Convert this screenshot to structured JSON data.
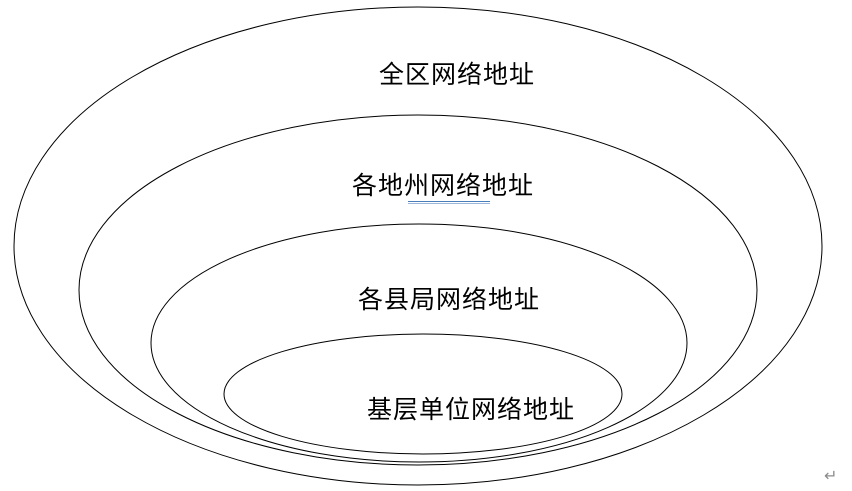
{
  "diagram": {
    "levels": [
      {
        "id": "region",
        "label": "全区网络地址"
      },
      {
        "id": "prefecture",
        "label": "各地州网络地址"
      },
      {
        "id": "county",
        "label": "各县局网络地址"
      },
      {
        "id": "grassroots",
        "label": "基层单位网络地址"
      }
    ],
    "paragraph_mark": "↵",
    "colors": {
      "stroke": "#000000",
      "text": "#000000",
      "spellcheck_underline": "#4a7ebb",
      "paragraph_mark": "#8c8c8c"
    }
  }
}
